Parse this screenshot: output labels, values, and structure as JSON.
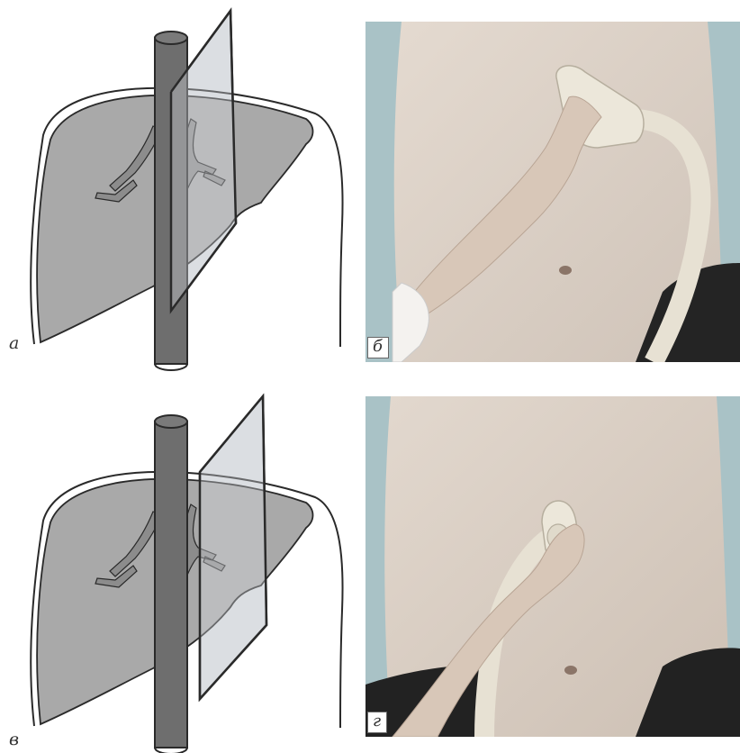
{
  "panels": {
    "a": {
      "label": "а"
    },
    "b": {
      "label": "б"
    },
    "v": {
      "label": "в"
    },
    "g": {
      "label": "г"
    }
  },
  "colors": {
    "liver_fill": "#a9a9a9",
    "vessel_fill": "#6e6e6e",
    "vein_fill": "#8c8c8c",
    "plane_fill": "#d9dde0",
    "skin": "#ddd2c7",
    "drape": "#a9c2c6",
    "probe": "#ece7da",
    "underwear": "#222222"
  }
}
